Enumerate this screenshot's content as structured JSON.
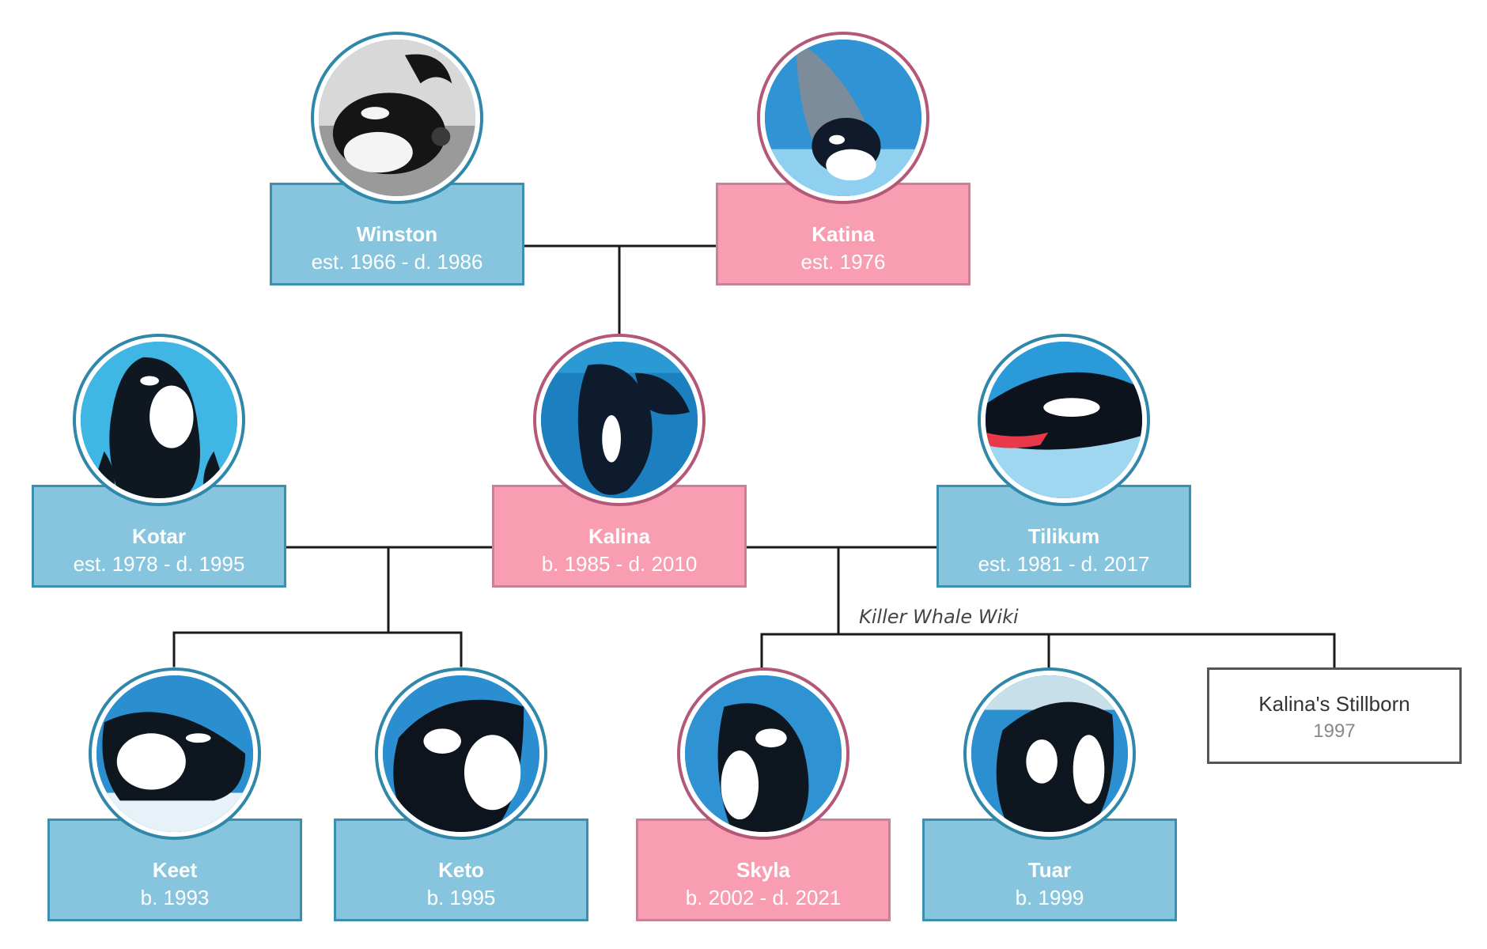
{
  "nodes": [
    {
      "id": "winston",
      "name": "Winston",
      "dates": "est. 1966 - d. 1986",
      "sex": "male",
      "photo": "bw"
    },
    {
      "id": "katina",
      "name": "Katina",
      "dates": "est. 1976",
      "sex": "female",
      "photo": "blue"
    },
    {
      "id": "kotar",
      "name": "Kotar",
      "dates": "est. 1978 - d. 1995",
      "sex": "male",
      "photo": "aqua"
    },
    {
      "id": "kalina",
      "name": "Kalina",
      "dates": "b. 1985 - d. 2010",
      "sex": "female",
      "photo": "deep"
    },
    {
      "id": "tilikum",
      "name": "Tilikum",
      "dates": "est. 1981 - d. 2017",
      "sex": "male",
      "photo": "water"
    },
    {
      "id": "keet",
      "name": "Keet",
      "dates": "b. 1993",
      "sex": "male",
      "photo": "pool"
    },
    {
      "id": "keto",
      "name": "Keto",
      "dates": "b. 1995",
      "sex": "male",
      "photo": "pool"
    },
    {
      "id": "skyla",
      "name": "Skyla",
      "dates": "b. 2002 - d. 2021",
      "sex": "female",
      "photo": "pool"
    },
    {
      "id": "tuar",
      "name": "Tuar",
      "dates": "b. 1999",
      "sex": "male",
      "photo": "pool"
    },
    {
      "id": "stillborn",
      "name": "Kalina's Stillborn",
      "dates": "1997",
      "sex": "unknown",
      "photo": "none"
    }
  ],
  "watermark": "Killer Whale Wiki",
  "colors": {
    "male_fill": "#87c5de",
    "male_border": "#3b8fb0",
    "female_fill": "#f99db2",
    "female_border": "#c98196",
    "connector": "#1a1a1a"
  }
}
